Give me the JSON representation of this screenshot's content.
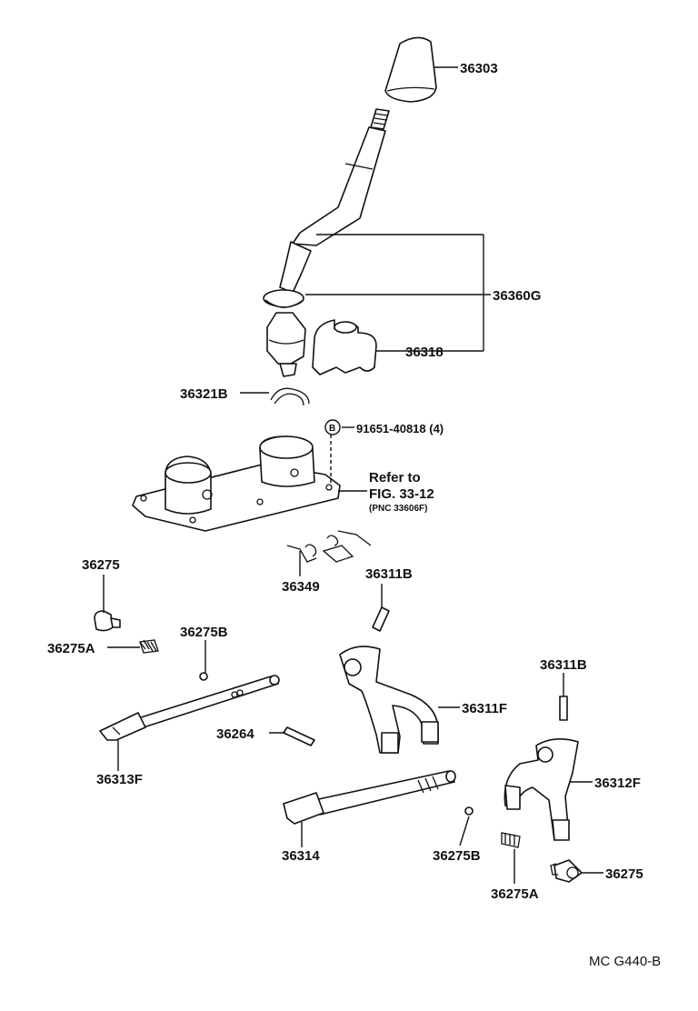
{
  "labels": {
    "p36303": "36303",
    "p36360G": "36360G",
    "p36318": "36318",
    "p36321B": "36321B",
    "bolt_circle": "B",
    "bolt": "91651-40818 (4)",
    "refer1": "Refer to",
    "refer2": "FIG. 33-12",
    "refer3": "(PNC 33606F)",
    "p36349": "36349",
    "p36311B_a": "36311B",
    "p36275_a": "36275",
    "p36275A_a": "36275A",
    "p36275B_a": "36275B",
    "p36311F": "36311F",
    "p36311B_b": "36311B",
    "p36264": "36264",
    "p36313F": "36313F",
    "p36312F": "36312F",
    "p36314": "36314",
    "p36275B_b": "36275B",
    "p36275_b": "36275",
    "p36275A_b": "36275A",
    "footer": "MC  G440-B"
  }
}
